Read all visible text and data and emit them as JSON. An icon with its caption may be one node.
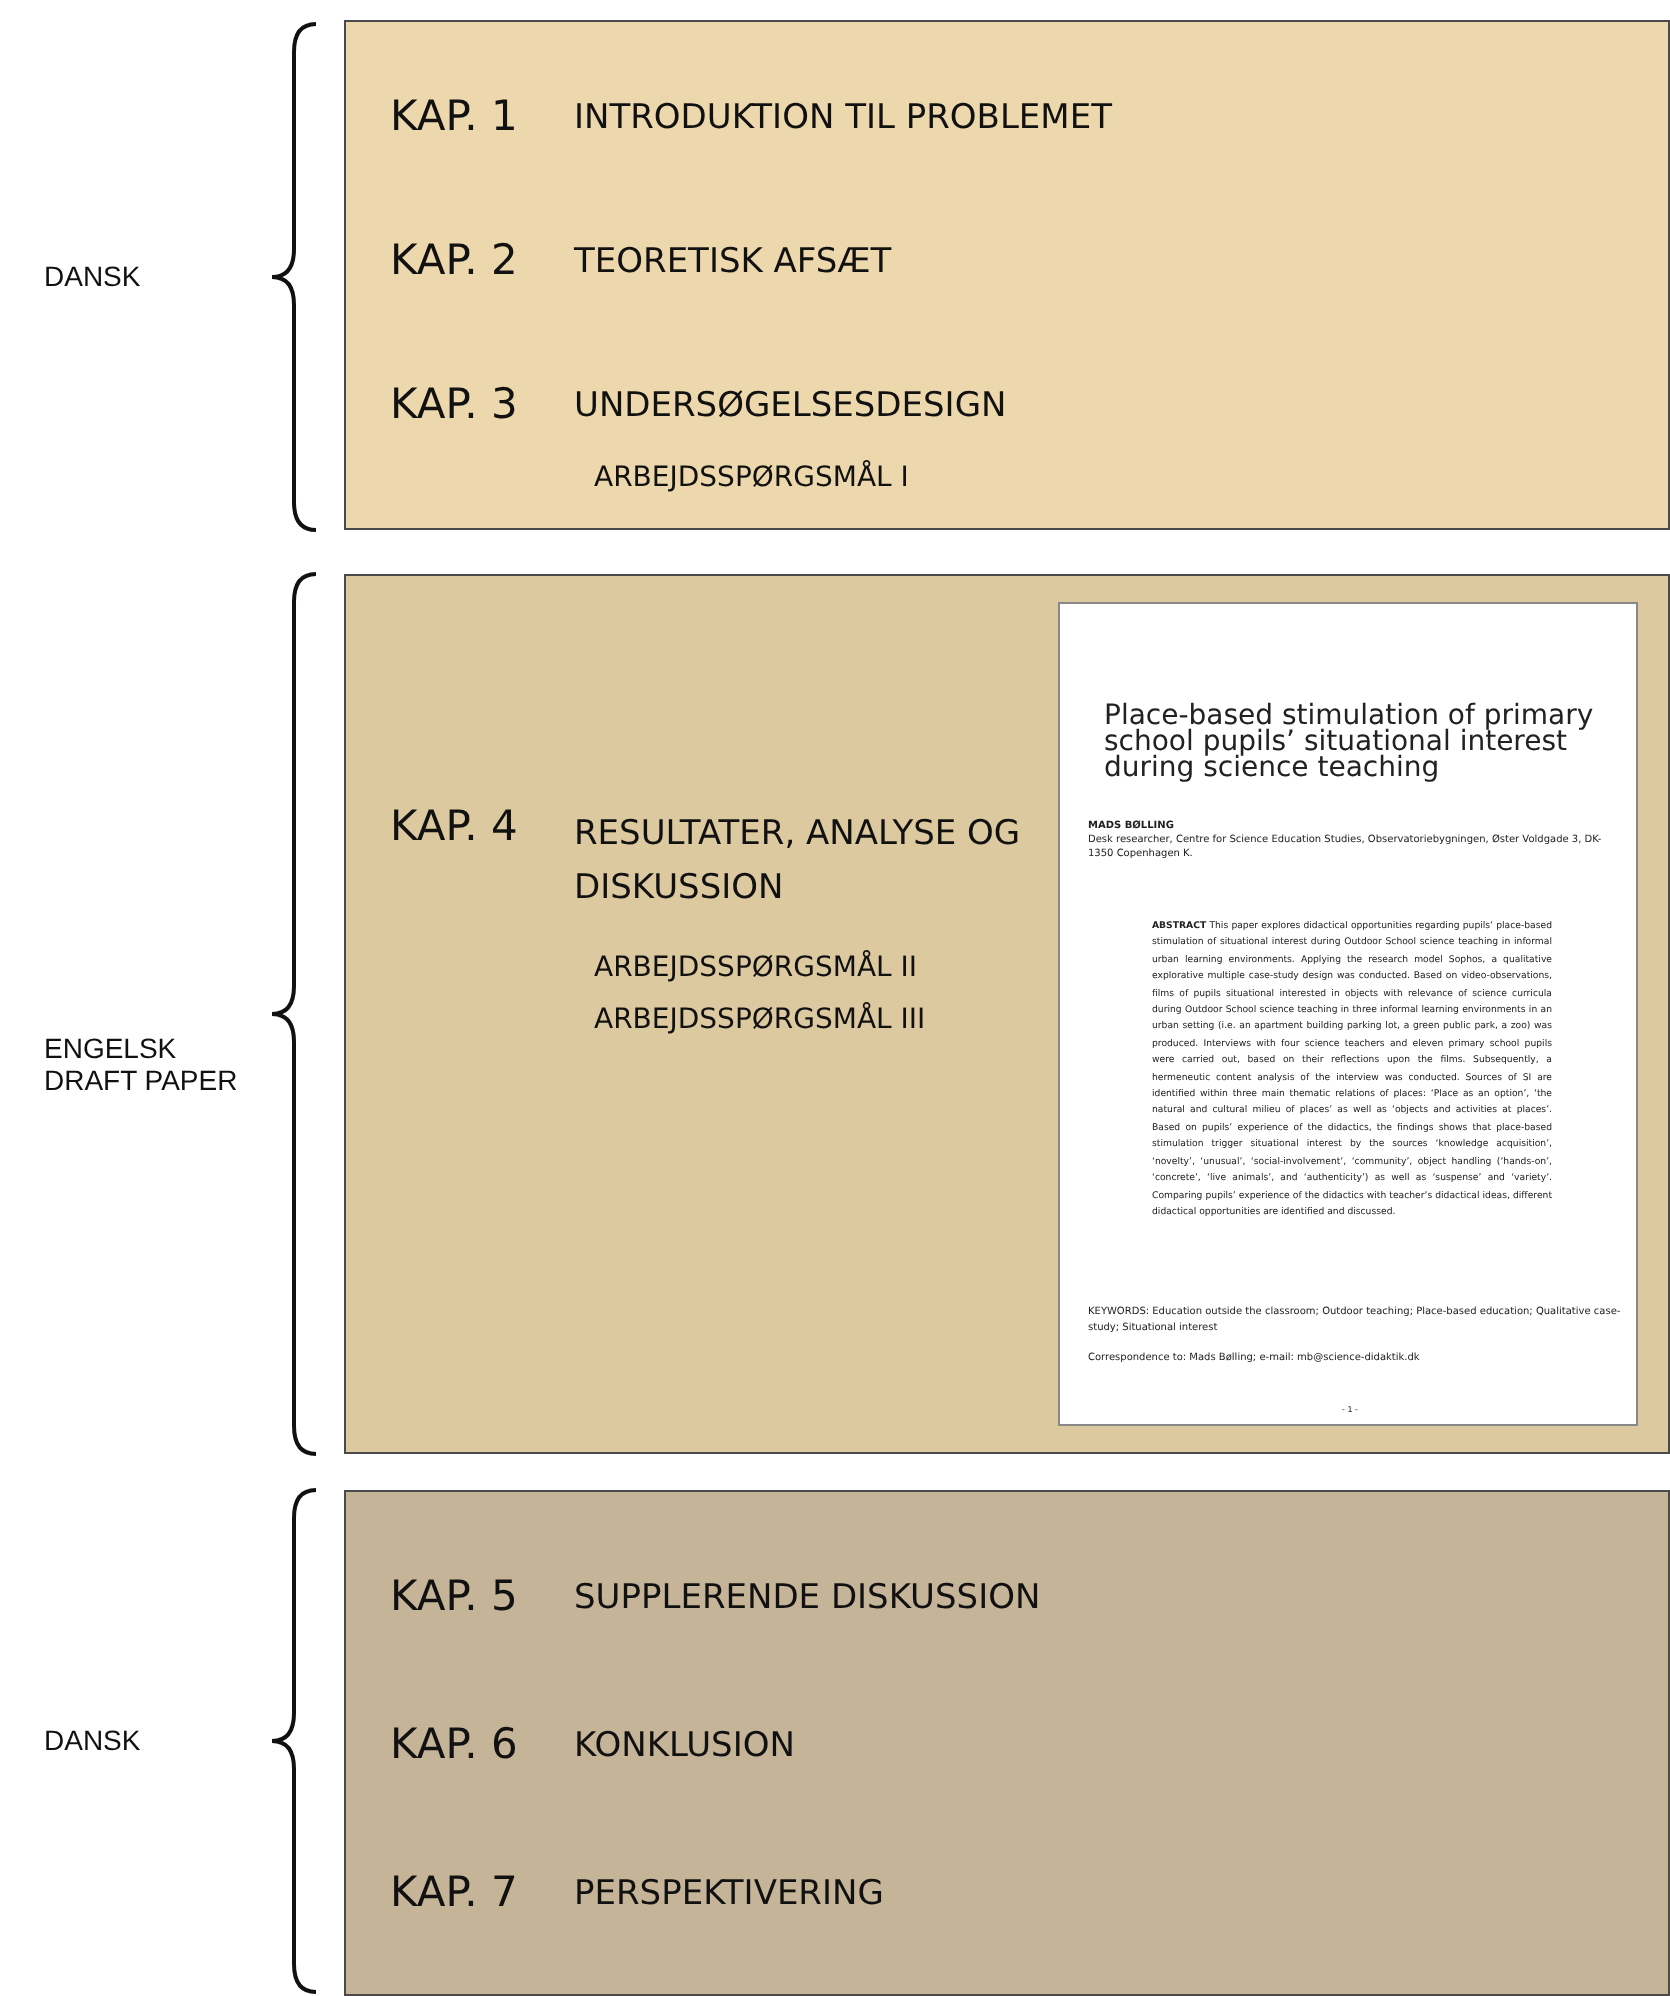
{
  "diagram": {
    "nodes": [
      {
        "text": [
          "KAP. 1",
          "INTRODUKTION TIL PROBLEMET",
          "KAP. 2",
          "TEORETISK AFSÆT",
          "KAP. 3",
          "UNDERSØGELSESDESIGN",
          "ARBEJDSSPØRGSMÅL I"
        ]
      },
      {
        "text": [
          "KAP. 4",
          "RESULTATER, ANALYSE OG DISKUSSION",
          "ARBEJDSSPØRGSMÅL II",
          "ARBEJDSSPØRGSMÅL III"
        ]
      },
      {
        "text": [
          "KAP. 5",
          "SUPPLERENDE DISKUSSION",
          "KAP. 6",
          "KONKLUSION",
          "KAP. 7",
          "PERSPEKTIVERING"
        ]
      },
      {
        "text": [
          "Place-based stimulation of primary school pupils’ situational interest during science teaching",
          "MADS BØLLING",
          "Desk researcher, Centre for Science Education Studies, Observatoriebygningen, Øster Voldgade 3, DK-1350 Copenhagen K.",
          "**ABSTRACT** This paper explores didactical opportunities regarding pupils’ place-based stimulation of situational interest during Outdoor School science teaching in informal urban learning environments. Applying the research model Sophos, a qualitative explorative multiple case-study design was conducted. Based on video-observations, films of pupils situational interested in objects with relevance of science curricula during Outdoor School science teaching in three informal learning environments in an urban setting (i.e. an apartment building parking lot, a green public park, a zoo) was produced. Interviews with four science teachers and eleven primary school pupils were carried out, based on their reflections upon the films. Subsequently, a hermeneutic content analysis of the interview was conducted. Sources of SI are identified within three main thematic relations of places: ‘Place as an option’, ‘the natural and cultural milieu of places’ as well as ‘objects and activities at places’. Based on pupils’ experience of the didactics, the findings shows that place-based stimulation trigger situational interest by the sources ‘knowledge acquisition’, ‘novelty’, ‘unusual’, ‘social-involvement’, ‘community’, object handling (‘hands-on’, ‘concrete’, ‘live animals’, and ‘authenticity’) as well as ‘suspense’ and ‘variety’. Comparing pupils’ experience of the didactics with teacher’s didactical ideas, different didactical opportunities are identified and discussed.",
          "KEYWORDS: Education outside the classroom; Outdoor teaching; Place-based education; Qualitative case-study; Situational interest",
          "Correspondence to: Mads Bølling; e-mail: mb@science-didaktik.dk",
          "- 1 -"
        ],
        "in": 1
      }
    ],
    "labels": [
      "DANSK",
      "ENGELSK DRAFT PAPER",
      "DANSK"
    ]
  }
}
